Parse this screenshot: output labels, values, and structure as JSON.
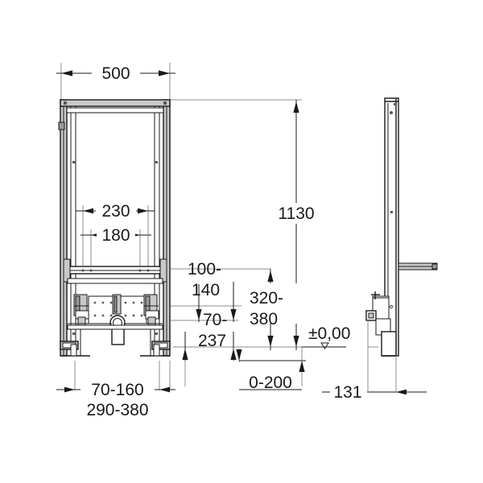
{
  "drawing": {
    "title": "Sanitary installation frame dimensional drawing",
    "units": "mm",
    "views": [
      {
        "name": "front-view",
        "label": ""
      },
      {
        "name": "side-view",
        "label": ""
      }
    ],
    "background_color": "#ffffff",
    "line_color": "#1a1a1a",
    "secondary_line_color": "#8d8d8d"
  },
  "dimensions": {
    "width_overall": "500",
    "height_overall": "1130",
    "inner_bracket_wide": "230",
    "inner_bracket_narrow": "180",
    "connection_height_range": "100-",
    "connection_height_range_2": "140",
    "outlet_height_range": "70-",
    "outlet_height_range_2": "237",
    "valve_height_range": "320-",
    "valve_height_range_2": "380",
    "floor_reference": "±0,00",
    "foot_adjust_range": "0-200",
    "foot_offset_range": "70-160",
    "foot_offset_range_2": "290-380",
    "depth": "131"
  },
  "labels": {
    "d_500": "500",
    "d_1130": "1130",
    "d_230": "230",
    "d_180": "180",
    "d_100": "100-",
    "d_140": "140",
    "d_70": "70-",
    "d_237": "237",
    "d_320": "320-",
    "d_380": "380",
    "d_zero": "±0,00",
    "d_0_200": "0-200",
    "d_70_160": "70-160",
    "d_290_380": "290-380",
    "d_131": "131"
  }
}
